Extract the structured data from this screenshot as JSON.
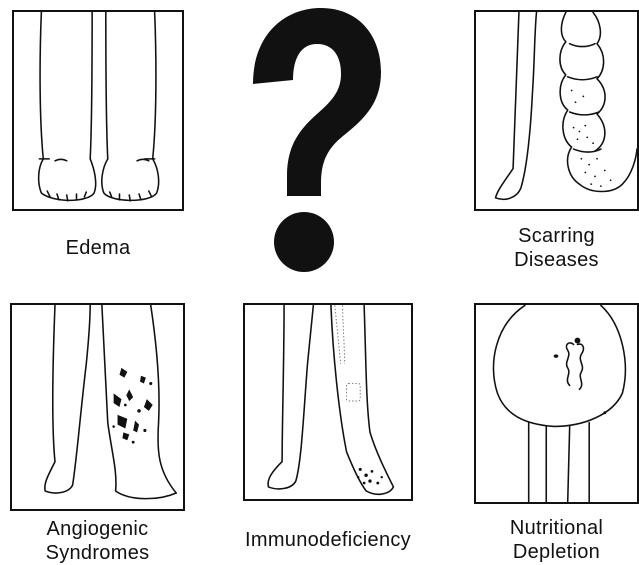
{
  "colors": {
    "ink": "#111111",
    "background": "#ffffff"
  },
  "panels": [
    {
      "id": "edema",
      "label_lines": [
        "Edema"
      ],
      "icon": "swollen-feet-illustration"
    },
    {
      "id": "scarring",
      "label_lines": [
        "Scarring",
        "Diseases"
      ],
      "icon": "scarred-leg-illustration"
    },
    {
      "id": "angiogenic",
      "label_lines": [
        "Angiogenic",
        "Syndromes"
      ],
      "icon": "lesioned-leg-illustration"
    },
    {
      "id": "immunodeficiency",
      "label_lines": [
        "Immunodeficiency"
      ],
      "icon": "infected-leg-illustration"
    },
    {
      "id": "nutritional",
      "label_lines": [
        "Nutritional",
        "Depletion"
      ],
      "icon": "distended-abdomen-illustration"
    }
  ],
  "center_icon": "question-mark-icon"
}
